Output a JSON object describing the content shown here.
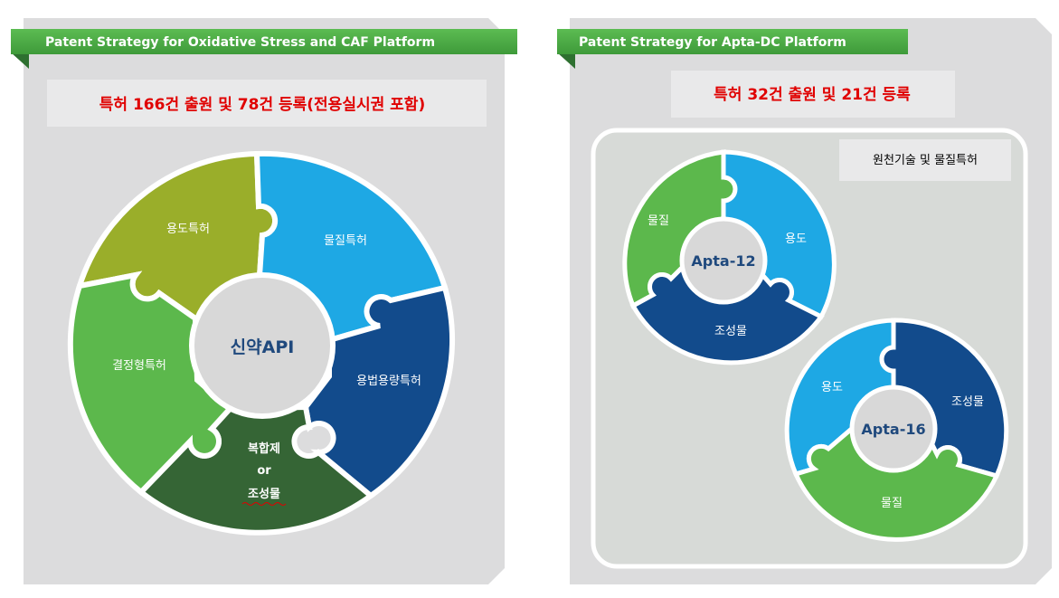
{
  "left_panel": {
    "banner": "Patent Strategy for Oxidative Stress  and CAF Platform",
    "summary": "특허 166건 출원 및 78건 등록(전용실시권 포함)",
    "hub": "신약API",
    "segments": {
      "top_left": "용도특허",
      "top_right": "물질특허",
      "right": "용법용량특허",
      "bottom_line1": "복합제",
      "bottom_line2": "or",
      "bottom_line3": "조성물",
      "left": "결정형특허"
    }
  },
  "right_panel": {
    "banner": "Patent Strategy for Apta-DC Platform",
    "summary": "특허 32건 출원 및 21건 등록",
    "note": "원천기술 및 물질특허",
    "wheel1": {
      "hub": "Apta-12",
      "left": "물질",
      "right": "용도",
      "bottom": "조성물"
    },
    "wheel2": {
      "hub": "Apta-16",
      "left": "용도",
      "right": "조성물",
      "bottom": "물질"
    }
  },
  "colors": {
    "panel_bg": "#dcdcdd",
    "banner_green": "#4caa45",
    "olive": "#9aae2a",
    "light_blue": "#1ea8e4",
    "navy": "#124b8c",
    "green": "#5cb84c",
    "dark_green": "#356535",
    "hub": "#d8d8d8",
    "hub_text": "#1f497d",
    "red_text": "#e00000"
  }
}
